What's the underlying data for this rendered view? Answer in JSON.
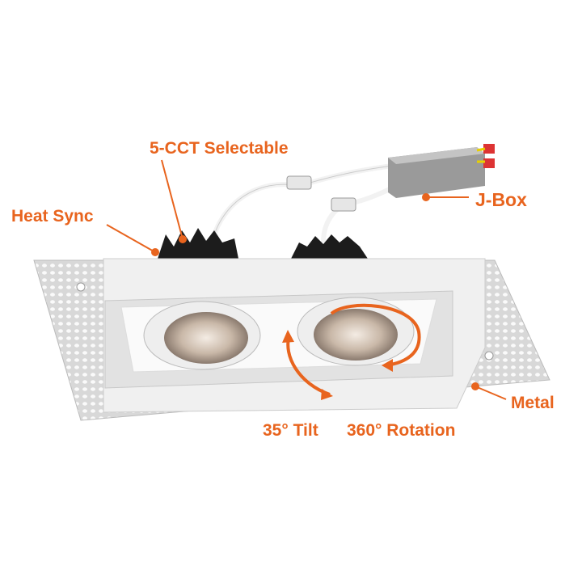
{
  "accent_color": "#e8641e",
  "labels": {
    "cct": "5-CCT Selectable",
    "heat_sync": "Heat Sync",
    "jbox": "J-Box",
    "metal": "Metal",
    "tilt": "35° Tilt",
    "rotation": "360° Rotation"
  }
}
